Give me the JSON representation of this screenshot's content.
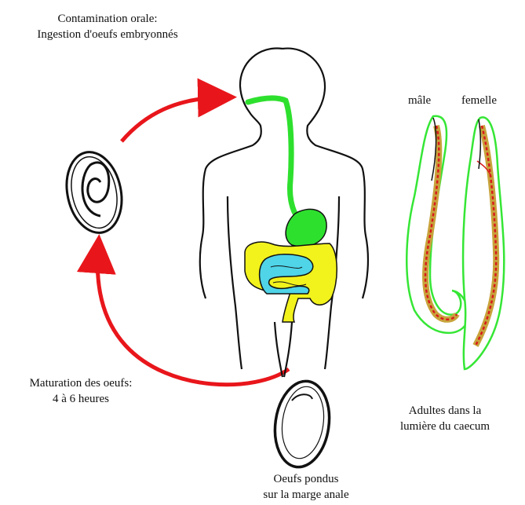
{
  "labels": {
    "oral_contamination": {
      "line1": "Contamination orale:",
      "line2": "Ingestion d'oeufs embryonnés"
    },
    "male": "mâle",
    "female": "femelle",
    "maturation": {
      "line1": "Maturation des oeufs:",
      "line2": "4 à 6 heures"
    },
    "adults": {
      "line1": "Adultes dans la",
      "line2": "lumière du caecum"
    },
    "eggs_laid": {
      "line1": "Oeufs pondus",
      "line2": "sur la marge anale"
    }
  },
  "colors": {
    "cycle_arrow": "#e8161b",
    "digestive_upper": "#2ee02e",
    "colon": "#f2f21c",
    "small_intestine": "#4fd4e8",
    "worm_outline": "#35e635",
    "worm_body": "#c8a33c",
    "worm_red": "#d81b1b"
  }
}
